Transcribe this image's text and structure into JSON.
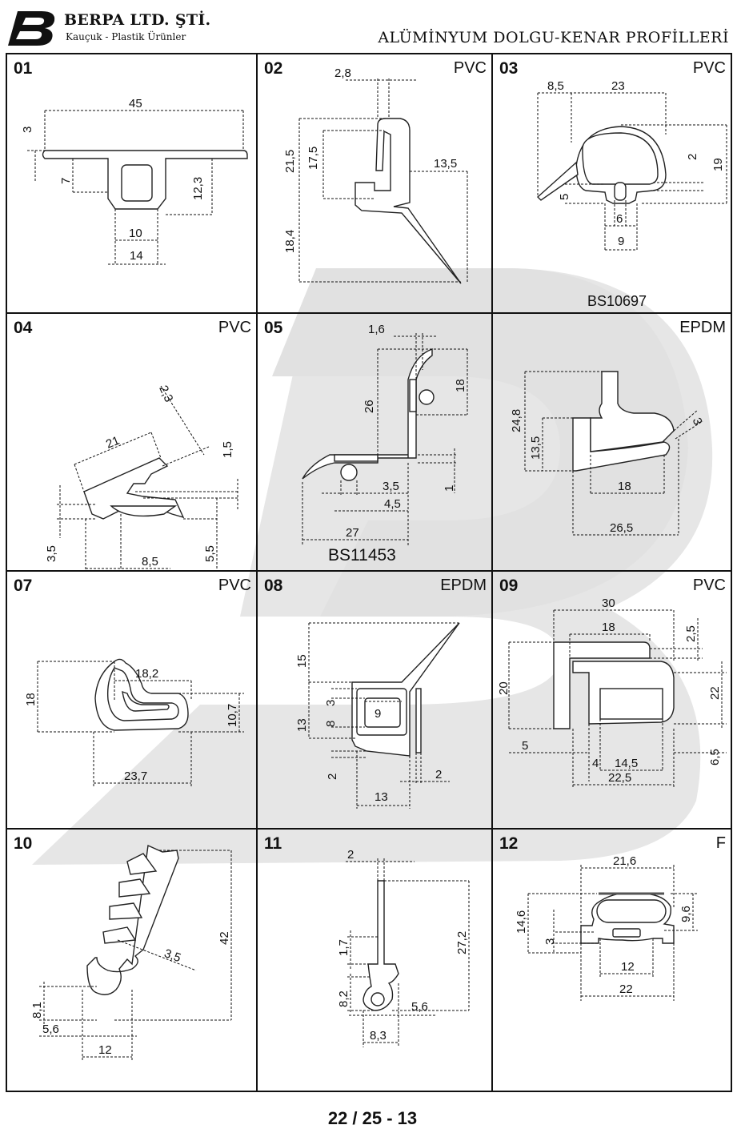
{
  "header": {
    "company": "BERPA LTD. ŞTİ.",
    "tagline": "Kauçuk - Plastik Ürünler",
    "title": "ALÜMİNYUM DOLGU-KENAR PROFİLLERİ"
  },
  "cells": [
    {
      "num": "01",
      "material": "",
      "code": "",
      "dims": [
        "45",
        "3",
        "7",
        "12,3",
        "10",
        "14"
      ]
    },
    {
      "num": "02",
      "material": "PVC",
      "code": "",
      "dims": [
        "2,8",
        "21,5",
        "17,5",
        "13,5",
        "18,4"
      ]
    },
    {
      "num": "03",
      "material": "PVC",
      "code": "BS10697",
      "dims": [
        "8,5",
        "23",
        "2",
        "19",
        "5",
        "6",
        "9"
      ]
    },
    {
      "num": "04",
      "material": "PVC",
      "code": "",
      "dims": [
        "2,3",
        "21",
        "1,5",
        "3,5",
        "8,5",
        "5,5"
      ]
    },
    {
      "num": "05",
      "material": "",
      "code": "BS11453",
      "dims": [
        "1,6",
        "26",
        "18",
        "3,5",
        "1",
        "4,5",
        "27"
      ]
    },
    {
      "num": "",
      "material": "EPDM",
      "code": "",
      "dims": [
        "24,8",
        "13,5",
        "3",
        "18",
        "26,5"
      ]
    },
    {
      "num": "07",
      "material": "PVC",
      "code": "",
      "dims": [
        "18,2",
        "18",
        "10,7",
        "23,7"
      ]
    },
    {
      "num": "08",
      "material": "EPDM",
      "code": "",
      "dims": [
        "15",
        "3",
        "8",
        "9",
        "13",
        "2",
        "2",
        "13"
      ]
    },
    {
      "num": "09",
      "material": "PVC",
      "code": "",
      "dims": [
        "30",
        "18",
        "2,5",
        "20",
        "22",
        "5",
        "4",
        "14,5",
        "6,5",
        "22,5"
      ]
    },
    {
      "num": "10",
      "material": "",
      "code": "",
      "dims": [
        "42",
        "3,5",
        "8,1",
        "5,6",
        "12"
      ]
    },
    {
      "num": "11",
      "material": "",
      "code": "",
      "dims": [
        "2",
        "1,7",
        "27,2",
        "8,2",
        "5,6",
        "8,3"
      ]
    },
    {
      "num": "12",
      "material": "F",
      "code": "",
      "dims": [
        "21,6",
        "14,6",
        "9,6",
        "3",
        "12",
        "22"
      ]
    }
  ],
  "footer": {
    "page": "22 / 25 - 13"
  }
}
